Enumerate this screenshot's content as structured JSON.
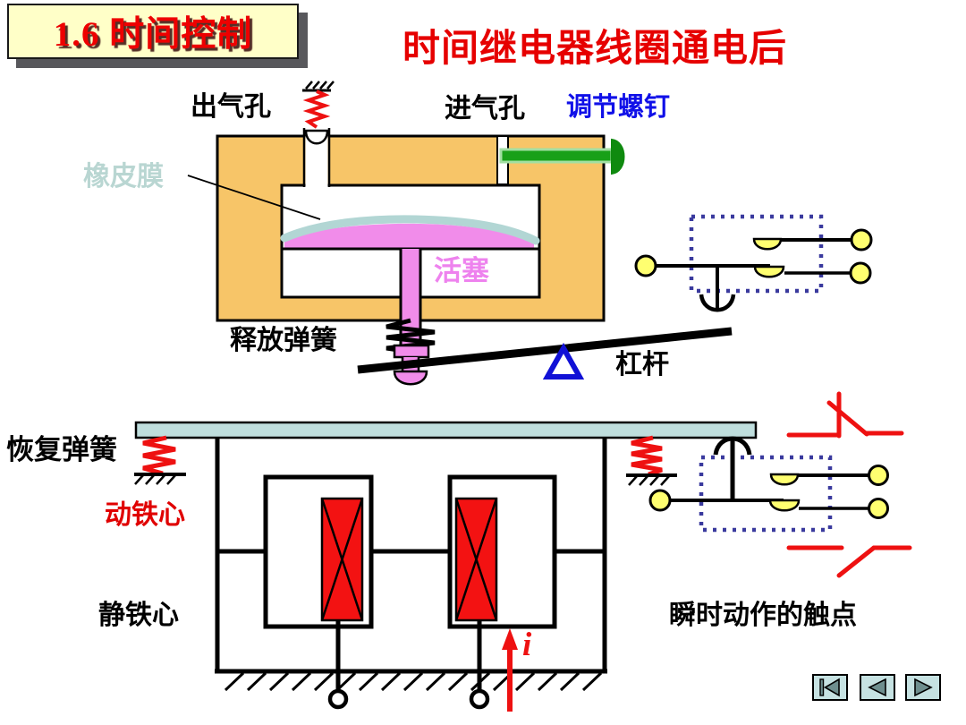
{
  "slide": {
    "lesson_badge": "1.6 时间控制",
    "title": "时间继电器线圈通电后",
    "labels": {
      "outlet_hole": "出气孔",
      "inlet_hole": "进气孔",
      "adjusting_screw": "调节螺钉",
      "rubber_membrane": "橡皮膜",
      "piston": "活塞",
      "release_spring": "释放弹簧",
      "lever": "杠杆",
      "recovery_spring": "恢复弹簧",
      "moving_iron_core": "动铁心",
      "static_iron_core": "静铁心",
      "instantaneous_contacts": "瞬时动作的触点",
      "current": "i"
    },
    "colors": {
      "accent_red": "#EE1111",
      "title_red": "#E60000",
      "chamber_orange": "#F7C568",
      "membrane_teal": "#B9D6D2",
      "piston_pink": "#F18CEA",
      "piston_label_pink": "#EE82EE",
      "screw_green": "#18A018",
      "screw_outline_green": "#A2DFA2",
      "blue_label_text": "#1010E8",
      "fulcrum_blue": "#1111D6",
      "dotted_box_blue": "#3A3A9E",
      "contact_yellow": "#FFFF70",
      "armature_bar_blue": "#BFDEDD",
      "badge_bg": "#FFFFC8",
      "nav_button_bg": "#C6E2E2",
      "nav_triangle_gray": "#6E8E8E"
    },
    "nav_buttons": [
      {
        "name": "first"
      },
      {
        "name": "previous"
      },
      {
        "name": "next"
      }
    ]
  }
}
